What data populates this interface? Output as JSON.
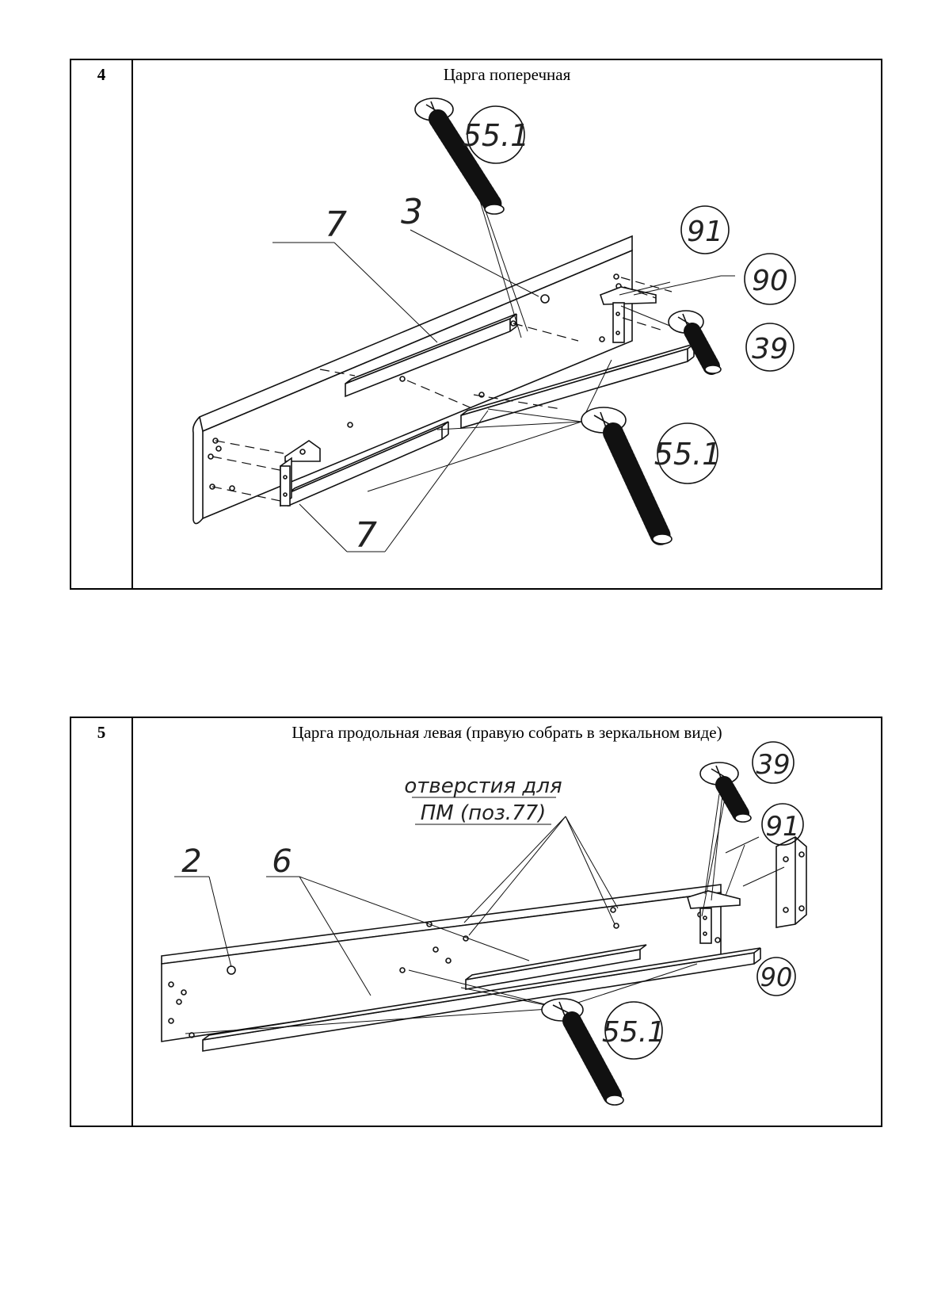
{
  "steps": [
    {
      "number": "4",
      "title": "Царга поперечная",
      "callouts": {
        "screw_top": "55.1",
        "board": "3",
        "bar_upper": "7",
        "corner_top": "91",
        "plate": "90",
        "screw_small": "39",
        "screw_bottom": "55.1",
        "bar_lower": "7"
      }
    },
    {
      "number": "5",
      "title": "Царга продольная левая (правую собрать в зеркальном виде)",
      "note_line1": "отверстия для",
      "note_line2": "ПМ (поз.77)",
      "callouts": {
        "screw_small": "39",
        "corner": "91",
        "board": "2",
        "bar": "6",
        "plate": "90",
        "screw_bottom": "55.1"
      }
    }
  ]
}
